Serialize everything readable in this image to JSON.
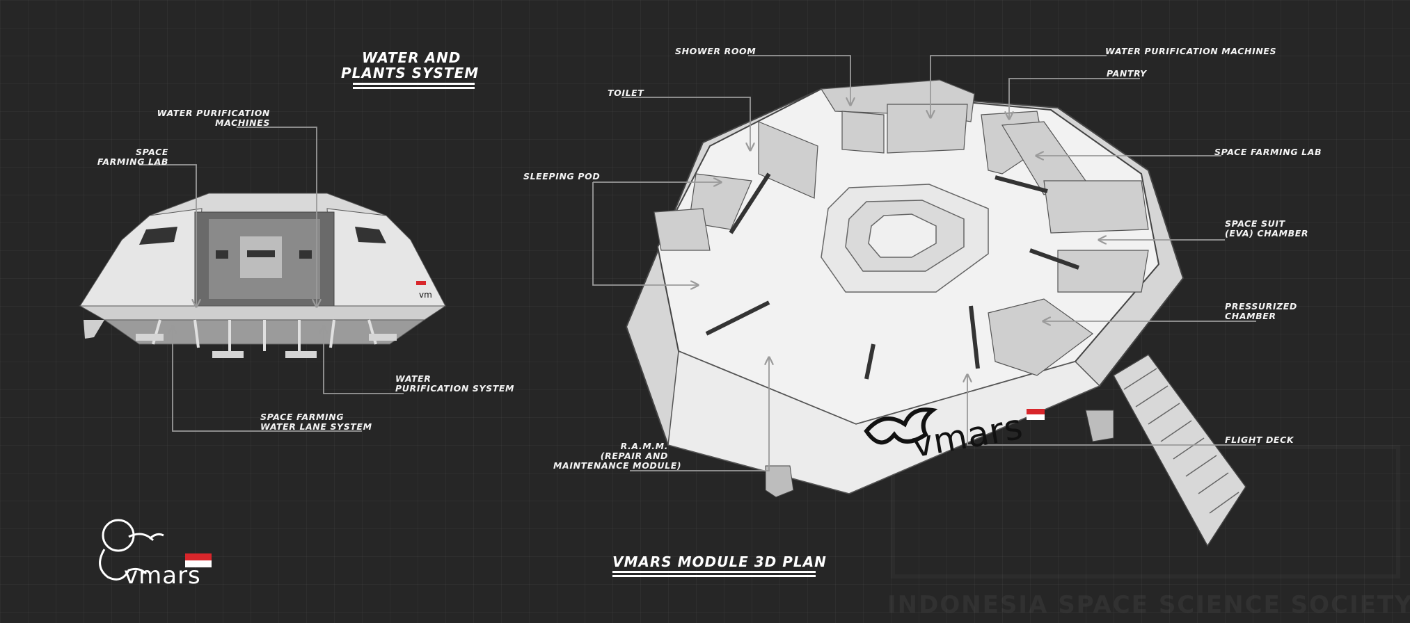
{
  "left_section": {
    "title_line1": "Water and",
    "title_line2": "Plants System",
    "labels": {
      "water_purification_machines_1": "Water Purification",
      "water_purification_machines_2": "Machines",
      "space_farming_lab_1": "Space",
      "space_farming_lab_2": "Farming Lab",
      "water_purification_system_1": "Water",
      "water_purification_system_2": "Purification System",
      "space_farming_water_lane_1": "Space Farming",
      "space_farming_water_lane_2": "Water Lane System"
    }
  },
  "right_section": {
    "title": "VMARS Module 3D Plan",
    "labels": {
      "shower_room": "Shower Room",
      "toilet": "Toilet",
      "sleeping_pod": "Sleeping Pod",
      "water_purification_machines": "Water Purification Machines",
      "pantry": "Pantry",
      "space_farming_lab": "Space Farming Lab",
      "space_suit_1": "Space Suit",
      "space_suit_2": "(EVA) Chamber",
      "pressurized_1": "Pressurized",
      "pressurized_2": "Chamber",
      "flight_deck": "Flight Deck",
      "ramm_1": "R.A.M.M.",
      "ramm_2": "(Repair and",
      "ramm_3": "Maintenance Module)"
    }
  },
  "branding": {
    "logo_text": "vmars",
    "module_logo_text": "vmars",
    "watermark": "INDONESIA SPACE SCIENCE SOCIETY"
  },
  "colors": {
    "background": "#262626",
    "line": "#9a9a9a",
    "module_wall": "#e9e9e9",
    "flag_red": "#d8262b"
  }
}
